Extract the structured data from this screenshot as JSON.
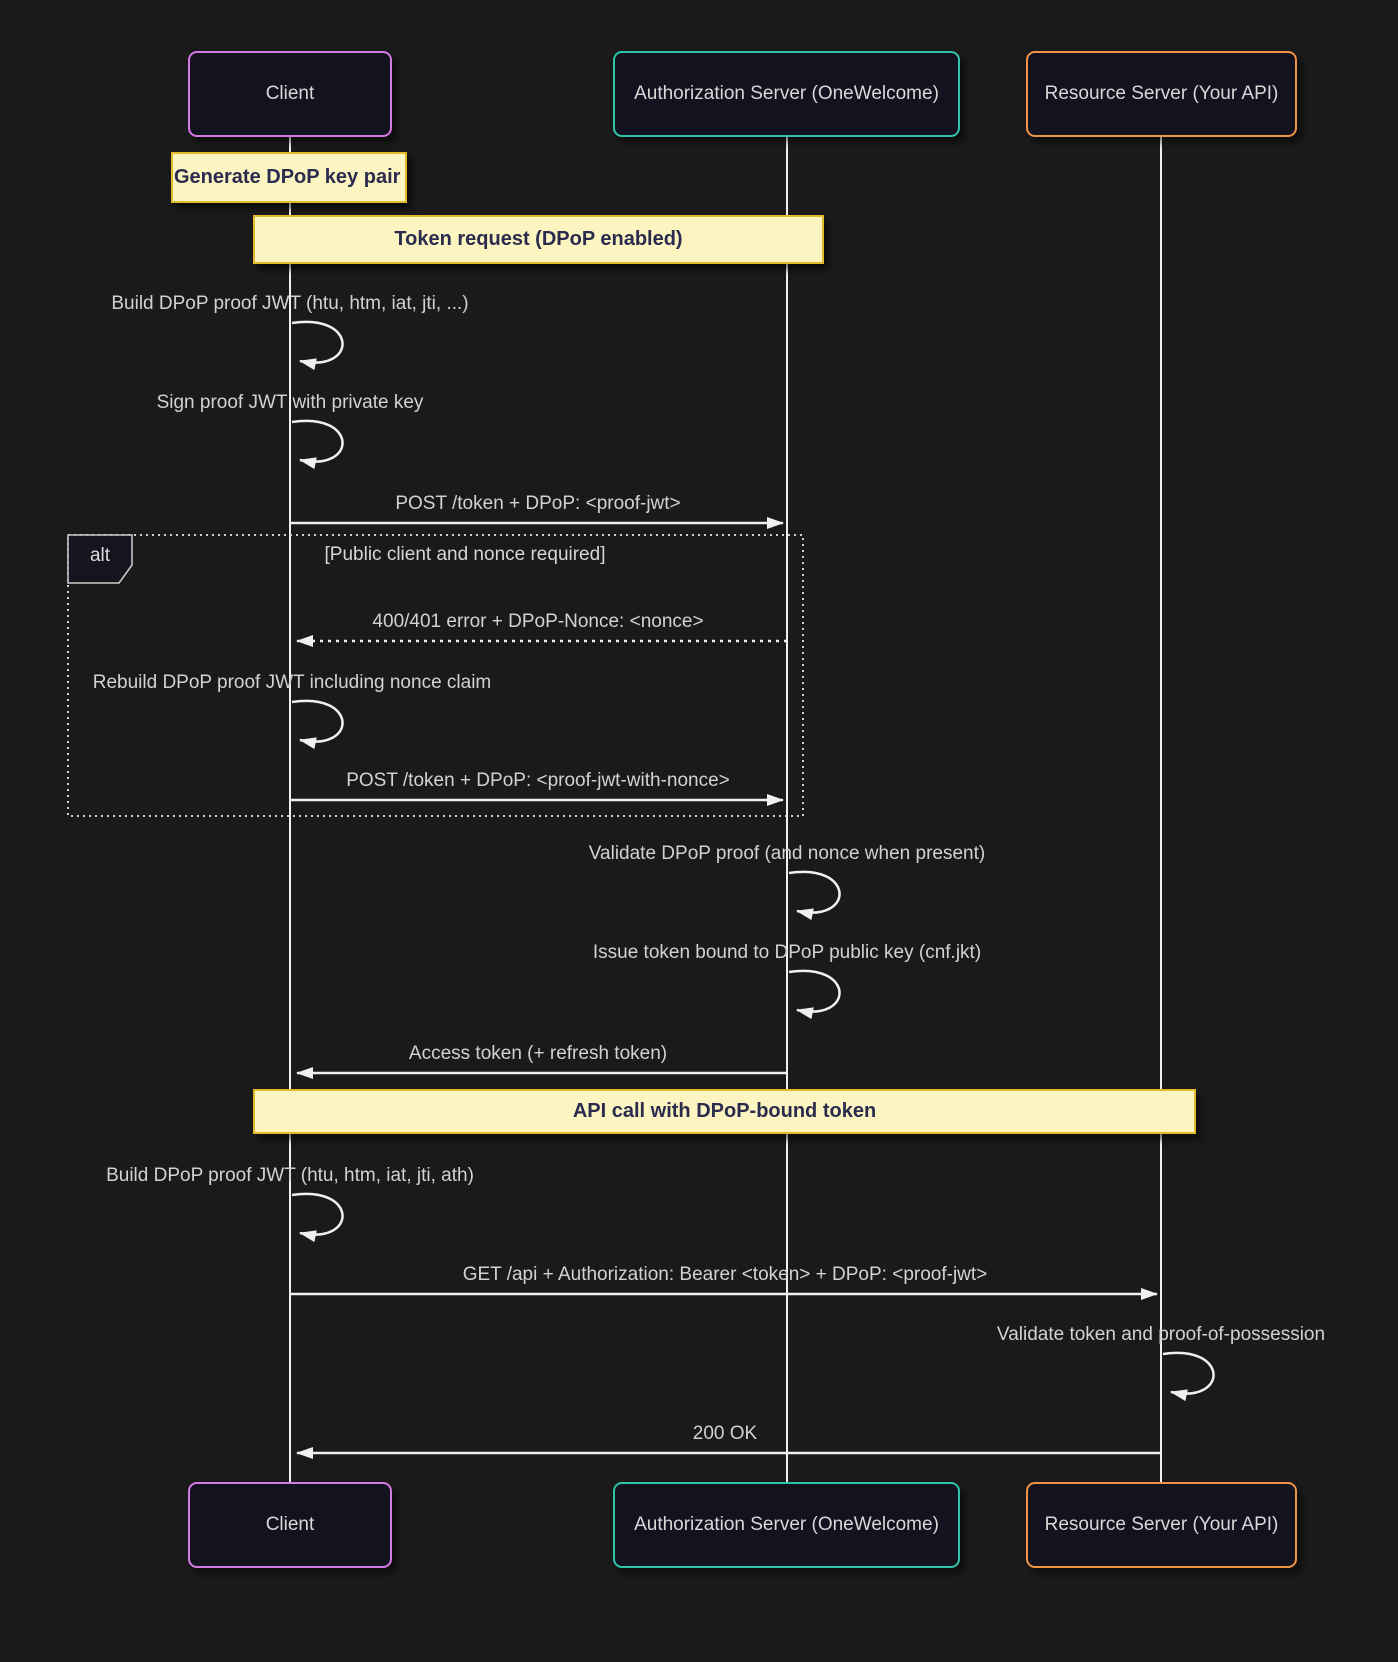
{
  "colors": {
    "background": "#1a1a1a",
    "actor_fill": "#13131f",
    "client_border": "#d478e4",
    "auth_border": "#2ec4a9",
    "resource_border": "#ef9344",
    "note_fill": "#fcf5c2",
    "note_border": "#e3bb2a",
    "note_text": "#2b2b4d",
    "message_text": "#d2d2d2",
    "line": "#f0f0f0"
  },
  "actors": [
    {
      "id": "client",
      "label": "Client"
    },
    {
      "id": "auth-server",
      "label": "Authorization Server (OneWelcome)"
    },
    {
      "id": "resource-server",
      "label": "Resource Server (Your API)"
    }
  ],
  "note": {
    "text": "Generate DPoP key pair"
  },
  "banners": [
    {
      "text": "Token request (DPoP enabled)"
    },
    {
      "text": "API call with DPoP-bound token"
    }
  ],
  "alt": {
    "label": "alt",
    "guard": "[Public client and nonce required]"
  },
  "messages": [
    {
      "text": "Build DPoP proof JWT (htu, htm, iat, jti, ...)",
      "kind": "self",
      "actor": "client"
    },
    {
      "text": "Sign proof JWT with private key",
      "kind": "self",
      "actor": "client"
    },
    {
      "text": "POST /token + DPoP: <proof-jwt>",
      "kind": "solid-arrow",
      "from": "client",
      "to": "auth-server"
    },
    {
      "text": "400/401 error + DPoP-Nonce: <nonce>",
      "kind": "dashed-arrow",
      "from": "auth-server",
      "to": "client"
    },
    {
      "text": "Rebuild DPoP proof JWT including nonce claim",
      "kind": "self",
      "actor": "client"
    },
    {
      "text": "POST /token + DPoP: <proof-jwt-with-nonce>",
      "kind": "solid-arrow",
      "from": "client",
      "to": "auth-server"
    },
    {
      "text": "Validate DPoP proof (and nonce when present)",
      "kind": "self",
      "actor": "auth-server"
    },
    {
      "text": "Issue token bound to DPoP public key (cnf.jkt)",
      "kind": "self",
      "actor": "auth-server"
    },
    {
      "text": "Access token (+ refresh token)",
      "kind": "solid-arrow",
      "from": "auth-server",
      "to": "client"
    },
    {
      "text": "Build DPoP proof JWT (htu, htm, iat, jti, ath)",
      "kind": "self",
      "actor": "client"
    },
    {
      "text": "GET /api + Authorization: Bearer <token> + DPoP: <proof-jwt>",
      "kind": "solid-arrow",
      "from": "client",
      "to": "resource-server"
    },
    {
      "text": "Validate token and proof-of-possession",
      "kind": "self",
      "actor": "resource-server"
    },
    {
      "text": "200 OK",
      "kind": "solid-arrow",
      "from": "resource-server",
      "to": "client"
    }
  ]
}
